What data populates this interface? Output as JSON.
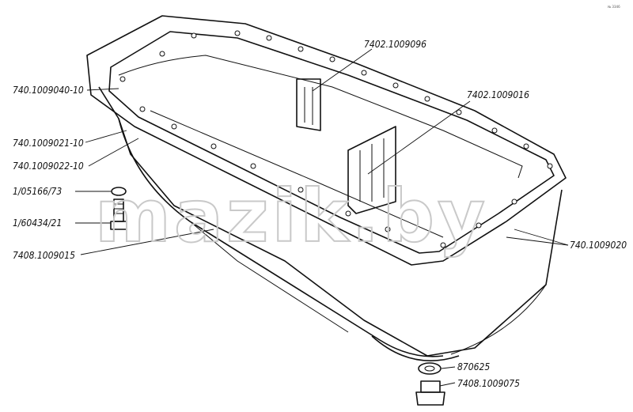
{
  "watermark": "mazik.by",
  "corner_mark": "№ 3346",
  "labels": {
    "top_left_1": "740.1009040-10",
    "left_2": "740.1009021-10",
    "left_3": "740.1009022-10",
    "left_4": "1/05166/73",
    "left_5": "1/60434/21",
    "left_6": "7408.1009015",
    "top_center": "7402.1009096",
    "top_right": "7402.1009016",
    "right_1": "740.1009020",
    "bottom_1": "870625",
    "bottom_2": "7408.1009075"
  }
}
